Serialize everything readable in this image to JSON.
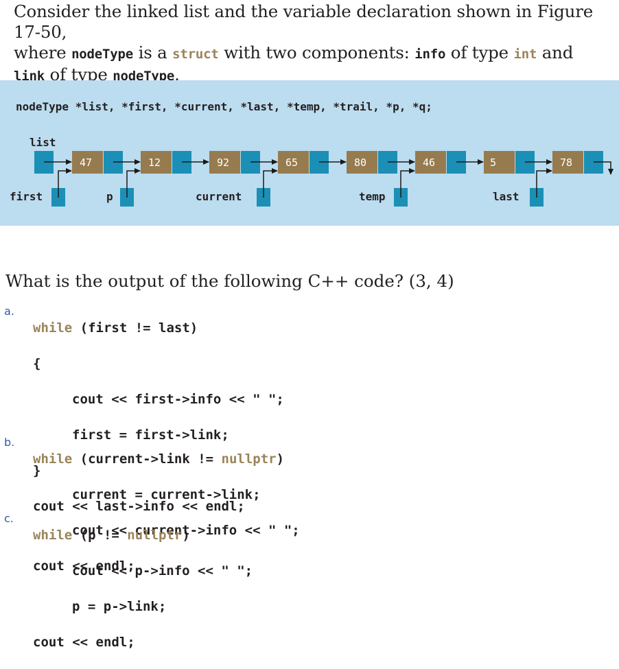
{
  "intro": {
    "t1": "Consider the linked list and the variable declaration shown in Figure 17-50,",
    "t2": "where ",
    "t3": "nodeType",
    "t4": " is a ",
    "t5": "struct",
    "t6": " with two components: ",
    "t7": "info",
    "t8": " of type ",
    "t9": "int",
    "t10": " and",
    "t11": "link",
    "t12": " of type ",
    "t13": "nodeType",
    "t14": "."
  },
  "figure": {
    "declaration": "nodeType *list, *first, *current, *last, *temp, *trail, *p, *q;",
    "list_label": "list",
    "nodes": [
      "47",
      "12",
      "92",
      "65",
      "80",
      "46",
      "5",
      "78"
    ],
    "pointers": [
      "first",
      "p",
      "current",
      "temp",
      "last"
    ],
    "colors": {
      "background": "#bcdcef",
      "info_box": "#967b4f",
      "link_box": "#1b8fb5"
    }
  },
  "question": "What is the output of the following C++ code? (3, 4)",
  "parts": {
    "a": {
      "marker": "a.",
      "l1_kw": "while",
      "l1": " (first != last)",
      "l2": "{",
      "l3": "cout << first->info << \" \";",
      "l4": "first = first->link;",
      "l5": "}",
      "l6": "cout << last->info << endl;"
    },
    "b": {
      "marker": "b.",
      "l1_kw": "while",
      "l1a": " (current->link != ",
      "l1_null": "nullptr",
      "l1b": ")",
      "l2": "current = current->link;",
      "l3": "cout << current->info << \" \";",
      "l4": "cout << endl;"
    },
    "c": {
      "marker": "c.",
      "l1_kw": "while",
      "l1a": " (p != ",
      "l1_null": "nullptr",
      "l1b": ")",
      "l2": "cout << p->info << \" \";",
      "l3": "p = p->link;",
      "l4": "cout << endl;"
    }
  }
}
